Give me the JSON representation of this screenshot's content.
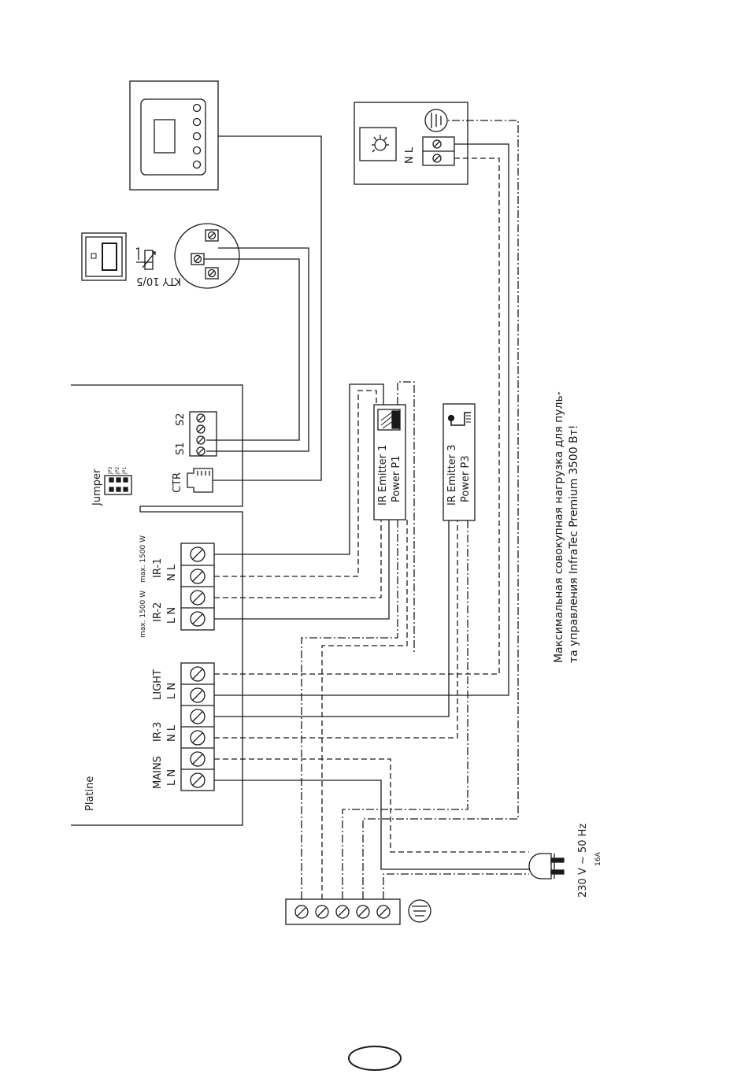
{
  "labels": {
    "platine": "Platine",
    "jumper": "Jumper",
    "jp3": "JP3",
    "jp2": "JP2",
    "jp1": "JP1",
    "ctr": "CTR",
    "s1": "S1",
    "s2": "S2",
    "ir1_max": "max. 1500 W",
    "ir1": "IR-1",
    "ir1_lines": "N    L",
    "ir2_max": "max. 1500 W",
    "ir2": "IR-2",
    "ir2_lines": "L    N",
    "light": "LIGHT",
    "light_lines": "L    N",
    "ir3": "IR-3",
    "ir3_lines": "N    L",
    "mains": "MAINS",
    "mains_lines": "L    N",
    "emitter1_a": "IR  Emitter 1",
    "emitter1_b": "Power P1",
    "emitter3_a": "IR  Emitter 3",
    "emitter3_b": "Power P3",
    "kty": "KTY 10/5",
    "lamp_lines": "N  L",
    "supply": "230 V ~ 50 Hz",
    "fuse": "16A",
    "note_line1": "Максимальная совокупная нагрузка для пуль-",
    "note_line2": "та управления InfraTec Premium 3500 Вт!"
  },
  "colors": {
    "line": "#1a1a1a",
    "paper": "#ffffff"
  }
}
